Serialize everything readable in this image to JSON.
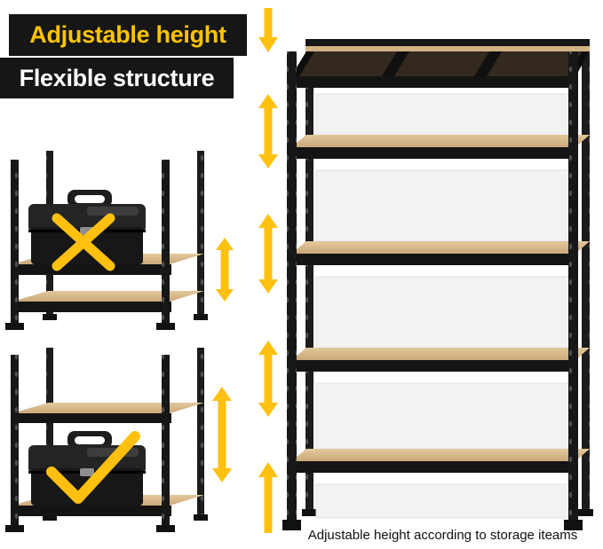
{
  "badges": {
    "line1": "Adjustable height",
    "line2": "Flexible structure"
  },
  "caption": {
    "text": "Adjustable height according to storage iteams"
  },
  "colors": {
    "accent_yellow": "#FFC010",
    "headline_yellow": "#FFC400",
    "badge_bg": "#161616",
    "frame_black": "#161616",
    "wood": "#D4B78C",
    "panel_gray": "#F2F2F2"
  },
  "icons": {
    "wrong_mark": "✗",
    "check_mark": "✓",
    "up_down_arrow": "↕",
    "down_arrow": "↓",
    "up_arrow": "↑"
  },
  "figures": {
    "large_shelf": {
      "name": "five-tier-adjustable-shelf",
      "tier_count": 5
    },
    "small_shelf_wrong": {
      "name": "two-tier-shelf-toolbox-on-top",
      "mark": "✗"
    },
    "small_shelf_right": {
      "name": "two-tier-shelf-toolbox-on-bottom",
      "mark": "✓"
    }
  }
}
